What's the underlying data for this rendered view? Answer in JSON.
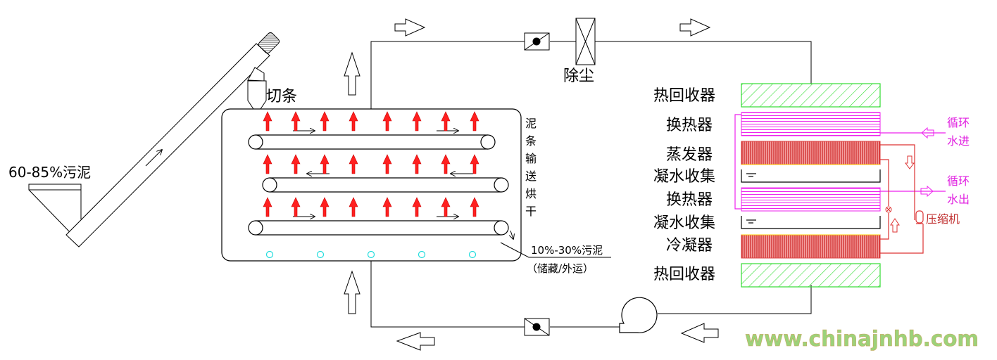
{
  "feed": {
    "inlet_label": "60-85%污泥",
    "cutter_label": "切条"
  },
  "dryer": {
    "vertical_label": [
      "泥",
      "条",
      "输",
      "送",
      "烘",
      "干"
    ],
    "outlet_label_line1": "10%-30%污泥",
    "outlet_label_line2": "（储藏/外运）"
  },
  "air_loop": {
    "dust_removal_label": "除尘"
  },
  "heat_pump_unit": {
    "components": [
      {
        "label": "热回收器",
        "type": "heat-recovery",
        "color": "#33dd33"
      },
      {
        "label": "换热器",
        "type": "heat-exchanger",
        "color": "#ee22ee"
      },
      {
        "label": "蒸发器",
        "type": "evaporator",
        "color": "#dd4444"
      },
      {
        "label": "凝水收集",
        "type": "condensate-tray",
        "color": "#000000"
      },
      {
        "label": "换热器",
        "type": "heat-exchanger",
        "color": "#ee22ee"
      },
      {
        "label": "凝水收集",
        "type": "condensate-tray",
        "color": "#000000"
      },
      {
        "label": "冷凝器",
        "type": "condenser",
        "color": "#dd4444"
      },
      {
        "label": "热回收器",
        "type": "heat-recovery",
        "color": "#33dd33"
      }
    ],
    "water_in_label_line1": "循环",
    "water_in_label_line2": "水进",
    "water_out_label_line1": "循环",
    "water_out_label_line2": "水出",
    "compressor_label": "压缩机"
  },
  "watermark": "www.chinajnhb.com",
  "colors": {
    "hot_air": "#ff2020",
    "vent_holes": "#22dddd",
    "water_loop": "#ee22ee",
    "refrigerant_loop": "#dd3333",
    "heat_recovery": "#33dd33"
  }
}
